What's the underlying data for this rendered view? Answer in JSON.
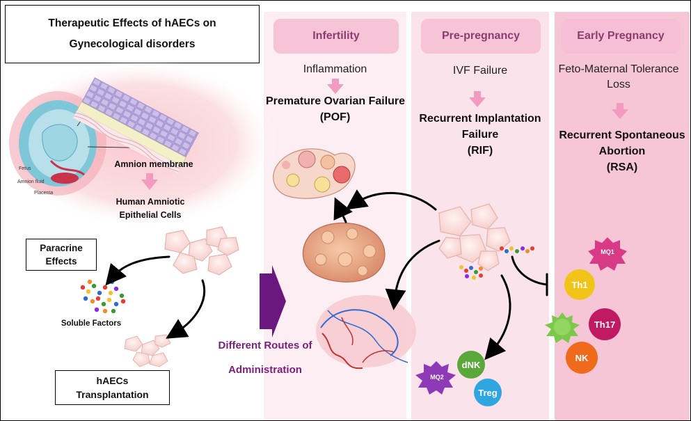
{
  "title": {
    "line1": "Therapeutic Effects of hAECs on",
    "line2": "Gynecological disorders"
  },
  "columns": [
    {
      "label": "Infertility",
      "cause": "Inflammation",
      "condition": [
        "Premature Ovarian Failure",
        "(POF)"
      ]
    },
    {
      "label": "Pre-pregnancy",
      "cause": "IVF Failure",
      "condition": [
        "Recurrent Implantation",
        "Failure",
        "(RIF)"
      ]
    },
    {
      "label": "Early Pregnancy",
      "cause": "Feto-Maternal Tolerance Loss",
      "condition": [
        "Recurrent Spontaneous",
        "Abortion",
        "(RSA)"
      ]
    }
  ],
  "left_panel": {
    "amnion_label": "Amnion membrane",
    "fetus_label": "Fetus",
    "amnion_fluid_label": "Amnion fluid",
    "placenta_label": "Placenta",
    "cells_label": [
      "Human Amniotic",
      "Epithelial Cells"
    ],
    "paracrine_box": [
      "Paracrine",
      "Effects"
    ],
    "soluble_label": "Soluble Factors",
    "transplant_box": [
      "hAECs",
      "Transplantation"
    ]
  },
  "routes_label": [
    "Different Routes of",
    "Administration"
  ],
  "immune_cells": {
    "mq1": "MQ1",
    "th1": "Th1",
    "th17": "Th17",
    "nk": "NK",
    "mq2": "MQ2",
    "dnk": "dNK",
    "treg": "Treg"
  },
  "colors": {
    "column_bg_1": "#fdeef3",
    "column_bg_2": "#fbe3ec",
    "column_bg_3": "#f6c6d7",
    "header_bg": "#f7c3d7",
    "header_text": "#8a3d6f",
    "down_arrow": "#f29ac0",
    "routes_text": "#7a1f7a",
    "big_arrow": "#6b1780",
    "th1": "#f0c419",
    "th17": "#c01a63",
    "nk": "#f06a1c",
    "mq1": "#d83a85",
    "mq2": "#8e3ab8",
    "dnk": "#5aa83a",
    "treg": "#2fa6e0"
  }
}
